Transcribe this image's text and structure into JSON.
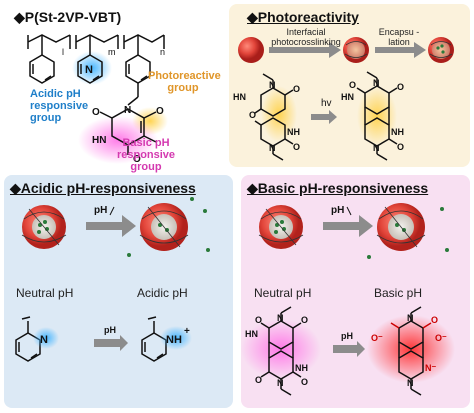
{
  "polymer": {
    "title": "◆P(St-2VP-VBT)",
    "sub_l": "l",
    "sub_m": "m",
    "sub_n": "n",
    "atom_n": "N",
    "acidic_label": "Acidic pH responsive group",
    "photoreactive_label": "Photoreactive group",
    "basic_label": "Basic pH responsive group",
    "atoms": {
      "hn": "HN",
      "o": "O",
      "n": "N"
    },
    "colors": {
      "acidic": "#1f7fc9",
      "photoreactive": "#e0962a",
      "basic": "#d43ab0"
    }
  },
  "photoreactivity": {
    "title": "◆Photoreactivity",
    "arrow1_label": "Interfacial photocrosslinking",
    "arrow2_label": "Encapsu -lation",
    "hv": "hv",
    "atoms": {
      "hn": "HN",
      "nh": "NH",
      "o": "O",
      "n": "N"
    }
  },
  "acidic": {
    "title": "◆Acidic pH-responsiveness",
    "ph": "pH",
    "left_label": "Neutral pH",
    "right_label": "Acidic pH",
    "atom_n": "N",
    "atom_nh": "NH",
    "plus": "+"
  },
  "basic": {
    "title": "◆Basic pH-responsiveness",
    "ph": "pH",
    "left_label": "Neutral pH",
    "right_label": "Basic pH",
    "atoms": {
      "hn": "HN",
      "nh": "NH",
      "o": "O",
      "n": "N",
      "ominus": "O⁻",
      "nminus": "N⁻"
    }
  },
  "colors": {
    "panel_photo": "#fbf2dc",
    "panel_acid": "#dce9f5",
    "panel_base": "#f8e0f2",
    "capsule_red": "#e2453a",
    "arrow_grey": "#8c8c8c",
    "glow_blue": "#42b4ff",
    "glow_yellow": "#ffd24a",
    "glow_magenta": "#ff5ee0",
    "glow_red": "#ff2424"
  }
}
